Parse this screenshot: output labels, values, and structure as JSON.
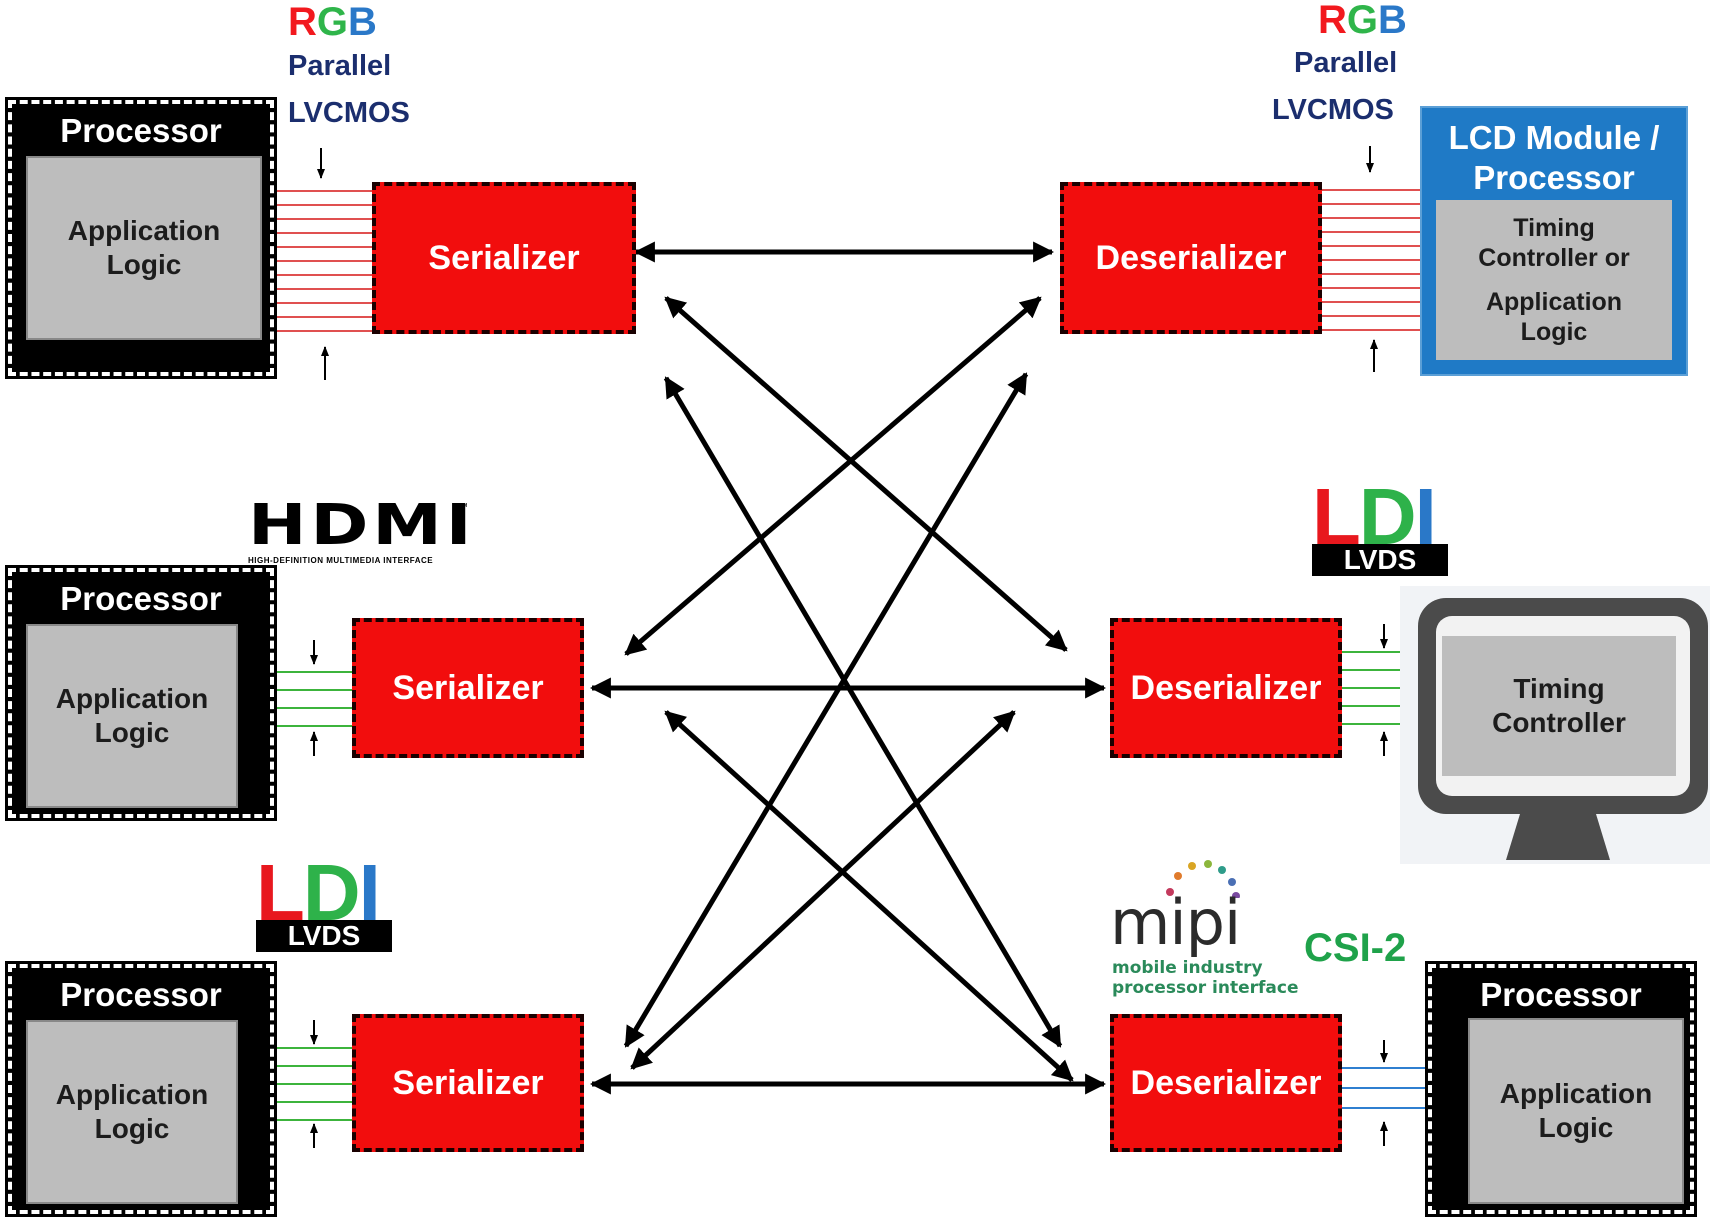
{
  "colors": {
    "chip_red": "#f20d0d",
    "processor_black": "#000000",
    "inner_gray": "#bdbdbd",
    "lcd_blue": "#1f7ac6",
    "rgb_bus_red": "#e05050",
    "lvds_bus_green": "#3cb43c",
    "csi_bus_blue": "#2f7fd0",
    "label_navy": "#1b2e6e",
    "csi_green": "#1fa24a"
  },
  "rgb_label": {
    "r": "R",
    "g": "G",
    "b": "B"
  },
  "left": {
    "rgb_bus": {
      "line1": "Parallel",
      "line2": "LVCMOS"
    },
    "top": {
      "processor_title": "Processor",
      "inner": "Application Logic",
      "serializer": "Serializer"
    },
    "middle": {
      "processor_title": "Processor",
      "inner": "Application Logic",
      "serializer": "Serializer",
      "logo": {
        "word": "HDMI",
        "tm": "™",
        "subtitle": "HIGH-DEFINITION MULTIMEDIA INTERFACE"
      }
    },
    "bottom": {
      "processor_title": "Processor",
      "inner": "Application Logic",
      "serializer": "Serializer",
      "logo": {
        "l": "L",
        "d": "D",
        "i": "I",
        "bar": "LVDS"
      }
    }
  },
  "right": {
    "rgb_bus": {
      "line1": "Parallel",
      "line2": "LVCMOS"
    },
    "top": {
      "deserializer": "Deserializer",
      "lcd": {
        "title": "LCD Module / Processor",
        "inner_line1": "Timing Controller or",
        "inner_line2": "Application Logic"
      }
    },
    "middle": {
      "deserializer": "Deserializer",
      "monitor_inner": "Timing Controller",
      "logo": {
        "l": "L",
        "d": "D",
        "i": "I",
        "bar": "LVDS"
      }
    },
    "bottom": {
      "deserializer": "Deserializer",
      "processor_title": "Processor",
      "inner": "Application Logic",
      "logo": {
        "word": "mipi",
        "line1": "mobile industry",
        "line2": "processor interface"
      },
      "protocol": "CSI-2"
    }
  }
}
